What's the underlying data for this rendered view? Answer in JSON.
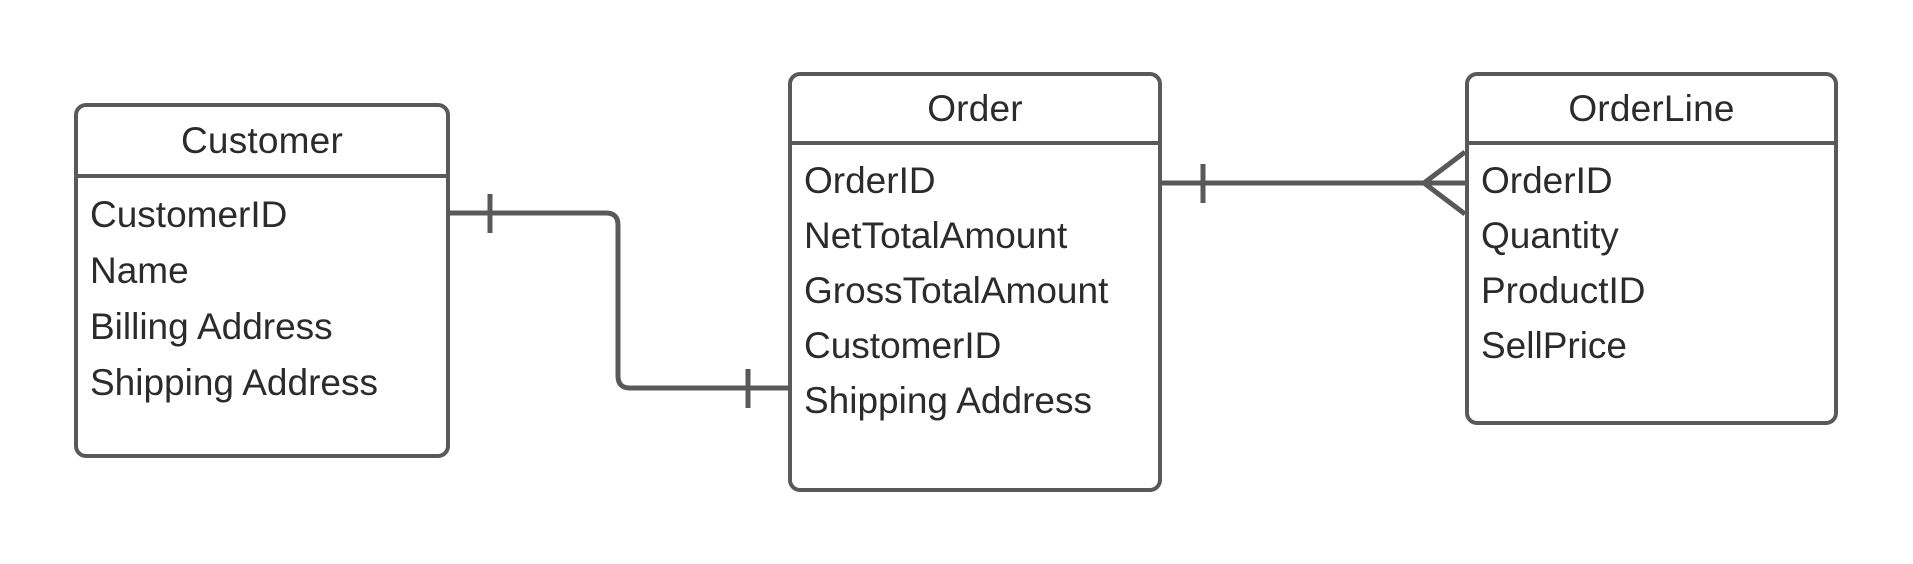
{
  "diagram": {
    "type": "entity-relationship-diagram",
    "notation": "crows-foot",
    "background_color": "#ffffff",
    "line_color": "#595959",
    "text_color": "#2b2b2b"
  },
  "entities": [
    {
      "id": "customer",
      "title": "Customer",
      "attributes": [
        "CustomerID",
        "Name",
        "Billing Address",
        "Shipping Address"
      ]
    },
    {
      "id": "order",
      "title": "Order",
      "attributes": [
        "OrderID",
        "NetTotalAmount",
        "GrossTotalAmount",
        "CustomerID",
        "Shipping Address"
      ]
    },
    {
      "id": "orderline",
      "title": "OrderLine",
      "attributes": [
        "OrderID",
        "Quantity",
        "ProductID",
        "SellPrice"
      ]
    }
  ],
  "relationships": [
    {
      "id": "customer-order",
      "from": "customer",
      "to": "order",
      "from_cardinality": "one",
      "to_cardinality": "one",
      "from_marker": "one-tick",
      "to_marker": "one-tick"
    },
    {
      "id": "order-orderline",
      "from": "order",
      "to": "orderline",
      "from_cardinality": "one",
      "to_cardinality": "many",
      "from_marker": "one-tick",
      "to_marker": "crows-foot"
    }
  ]
}
